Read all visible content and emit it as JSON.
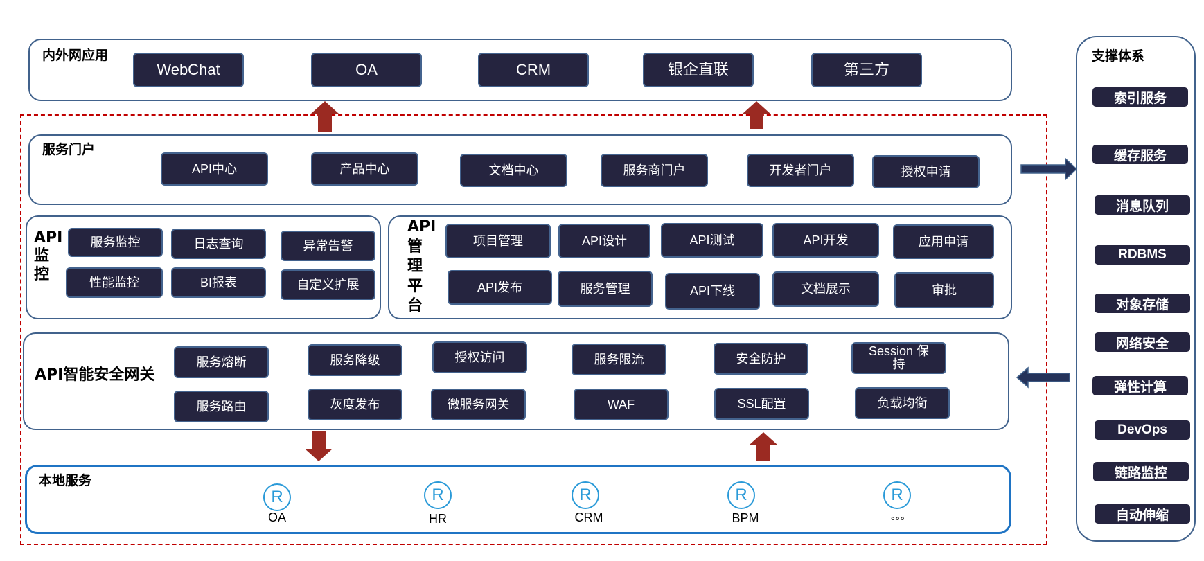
{
  "colors": {
    "chip_bg": "#25243f",
    "chip_border": "#44638e",
    "panel_border": "#41628c",
    "local_border": "#1f74c4",
    "boundary": "#c00000",
    "arrow_red": "#9b2a22",
    "arrow_navy": "#25335a",
    "reg_mark": "#2a9ad8"
  },
  "apps": {
    "title": "内外网应用",
    "items": [
      "WebChat",
      "OA",
      "CRM",
      "银企直联",
      "第三方"
    ]
  },
  "portal": {
    "title": "服务门户",
    "items": [
      "API中心",
      "产品中心",
      "文档中心",
      "服务商门户",
      "开发者门户",
      "授权申请"
    ]
  },
  "monitor": {
    "title": [
      "API",
      "监",
      "控"
    ],
    "items": [
      "服务监控",
      "日志查询",
      "异常告警",
      "性能监控",
      "BI报表",
      "自定义扩展"
    ]
  },
  "mgmt": {
    "title": [
      "API",
      "管",
      "理",
      "平",
      "台"
    ],
    "items": [
      "项目管理",
      "API设计",
      "API测试",
      "API开发",
      "应用申请",
      "API发布",
      "服务管理",
      "API下线",
      "文档展示",
      "审批"
    ]
  },
  "gateway": {
    "title": "API智能安全网关",
    "items": [
      "服务熔断",
      "服务降级",
      "授权访问",
      "服务限流",
      "安全防护",
      "Session 保持",
      "服务路由",
      "灰度发布",
      "微服务网关",
      "WAF",
      "SSL配置",
      "负载均衡"
    ]
  },
  "local": {
    "title": "本地服务",
    "icon": "registered-icon",
    "mark": "R",
    "items": [
      "OA",
      "HR",
      "CRM",
      "BPM",
      "。。。"
    ]
  },
  "support": {
    "title": "支撑体系",
    "items": [
      "索引服务",
      "缓存服务",
      "消息队列",
      "RDBMS",
      "对象存储",
      "网络安全",
      "弹性计算",
      "DevOps",
      "链路监控",
      "自动伸缩"
    ]
  }
}
